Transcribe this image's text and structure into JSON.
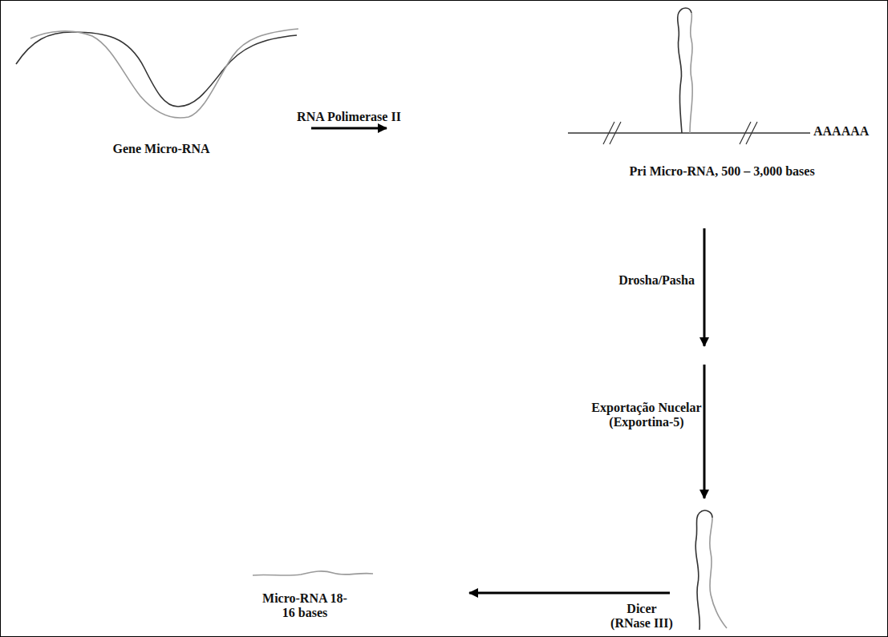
{
  "diagram": {
    "nodes": [
      {
        "text": [
          "Gene Micro-RNA"
        ]
      },
      {
        "text": [
          "Pri Micro-RNA, 500 – 3,000 bases"
        ]
      },
      {
        "text": [
          "Micro-RNA 18-16 bases"
        ]
      }
    ],
    "edges": [
      {
        "from": 0,
        "to": 1,
        "label": "RNA Polimerase II",
        "arrow": "to"
      }
    ],
    "labels": [
      "AAAAAA",
      "Drosha/Pasha",
      "Exportação Nucelar (Exportina-5)",
      "Dicer (RNase III)"
    ]
  }
}
